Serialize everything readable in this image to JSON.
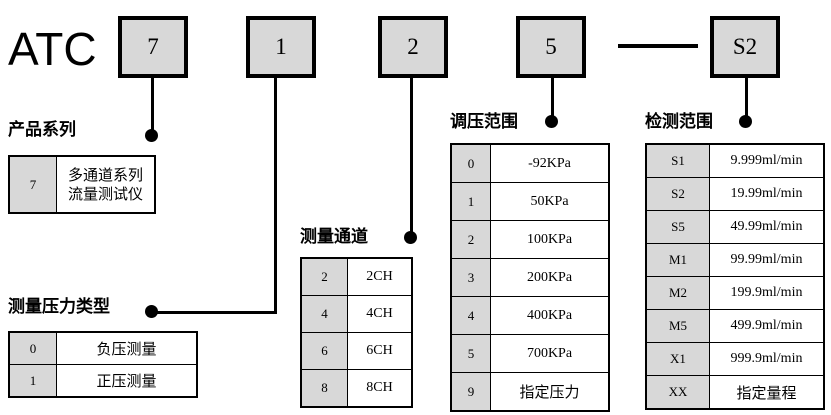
{
  "part_number": {
    "prefix": "ATC",
    "segments": [
      {
        "value": "7",
        "name": "product-series"
      },
      {
        "value": "1",
        "name": "pressure-type"
      },
      {
        "value": "2",
        "name": "measure-channel"
      },
      {
        "value": "5",
        "name": "pressure-range"
      },
      {
        "value": "S2",
        "name": "detection-range"
      }
    ],
    "separator": "—"
  },
  "groups": {
    "product_series": {
      "label": "产品系列",
      "rows": [
        {
          "code": "7",
          "desc": "多通道系列\n流量测试仪"
        }
      ]
    },
    "pressure_type": {
      "label": "测量压力类型",
      "rows": [
        {
          "code": "0",
          "desc": "负压测量"
        },
        {
          "code": "1",
          "desc": "正压测量"
        }
      ]
    },
    "measure_channel": {
      "label": "测量通道",
      "rows": [
        {
          "code": "2",
          "desc": "2CH"
        },
        {
          "code": "4",
          "desc": "4CH"
        },
        {
          "code": "6",
          "desc": "6CH"
        },
        {
          "code": "8",
          "desc": "8CH"
        }
      ]
    },
    "pressure_range": {
      "label": "调压范围",
      "rows": [
        {
          "code": "0",
          "desc": "-92KPa"
        },
        {
          "code": "1",
          "desc": "50KPa"
        },
        {
          "code": "2",
          "desc": "100KPa"
        },
        {
          "code": "3",
          "desc": "200KPa"
        },
        {
          "code": "4",
          "desc": "400KPa"
        },
        {
          "code": "5",
          "desc": "700KPa"
        },
        {
          "code": "9",
          "desc": "指定压力"
        }
      ]
    },
    "detection_range": {
      "label": "检测范围",
      "rows": [
        {
          "code": "S1",
          "desc": "9.999ml/min"
        },
        {
          "code": "S2",
          "desc": "19.99ml/min"
        },
        {
          "code": "S5",
          "desc": "49.99ml/min"
        },
        {
          "code": "M1",
          "desc": "99.99ml/min"
        },
        {
          "code": "M2",
          "desc": "199.9ml/min"
        },
        {
          "code": "M5",
          "desc": "499.9ml/min"
        },
        {
          "code": "X1",
          "desc": "999.9ml/min"
        },
        {
          "code": "XX",
          "desc": "指定量程"
        }
      ]
    }
  },
  "colors": {
    "code_cell_fill": "#d8d8d8",
    "box_fill": "#d8d8d8",
    "line": "#000000",
    "background": "#ffffff"
  }
}
